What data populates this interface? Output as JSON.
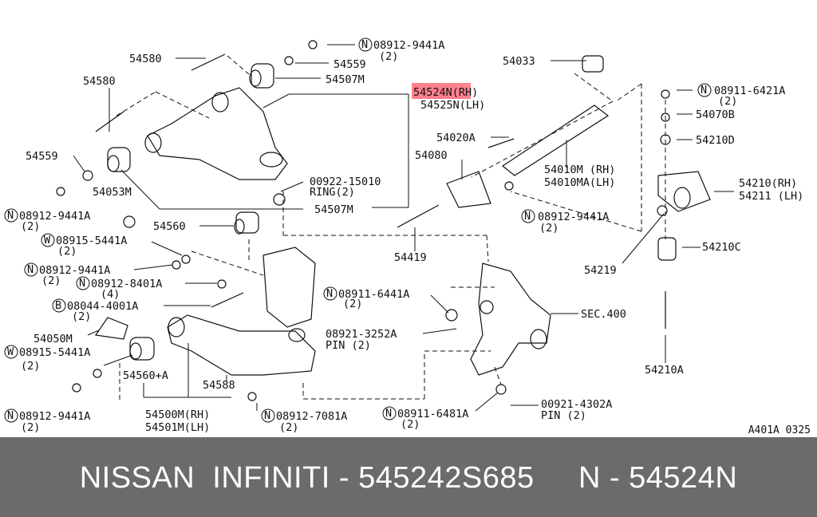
{
  "labels": [
    {
      "text": "54580"
    },
    {
      "text": "54580"
    },
    {
      "text": "08912-9441A"
    },
    {
      "text": "(2)"
    },
    {
      "text": "54559"
    },
    {
      "text": "54507M"
    },
    {
      "text": "54524N(RH)"
    },
    {
      "text": "54525N(LH)"
    },
    {
      "text": "54033"
    },
    {
      "text": "08911-6421A"
    },
    {
      "text": "(2)"
    },
    {
      "text": "54070B"
    },
    {
      "text": "54210D"
    },
    {
      "text": "54559"
    },
    {
      "text": "54020A"
    },
    {
      "text": "54080"
    },
    {
      "text": "54053M"
    },
    {
      "text": "00922-15010"
    },
    {
      "text": "RING(2)"
    },
    {
      "text": "54010M (RH)"
    },
    {
      "text": "54010MA(LH)"
    },
    {
      "text": "54210(RH)"
    },
    {
      "text": "54211 (LH)"
    },
    {
      "text": "08912-9441A"
    },
    {
      "text": "(2)"
    },
    {
      "text": "54507M"
    },
    {
      "text": "08912-9441A"
    },
    {
      "text": "(2)"
    },
    {
      "text": "54560"
    },
    {
      "text": "08915-5441A"
    },
    {
      "text": "(2)"
    },
    {
      "text": "54210C"
    },
    {
      "text": "54419"
    },
    {
      "text": "08912-9441A"
    },
    {
      "text": "(2)"
    },
    {
      "text": "54219"
    },
    {
      "text": "08912-8401A"
    },
    {
      "text": "(4)"
    },
    {
      "text": "08911-6441A"
    },
    {
      "text": "(2)"
    },
    {
      "text": "08044-4001A"
    },
    {
      "text": "(2)"
    },
    {
      "text": "SEC.400"
    },
    {
      "text": "54050M"
    },
    {
      "text": "08921-3252A"
    },
    {
      "text": "PIN (2)"
    },
    {
      "text": "08915-5441A"
    },
    {
      "text": "(2)"
    },
    {
      "text": "54560+A"
    },
    {
      "text": "54588"
    },
    {
      "text": "54210A"
    },
    {
      "text": "00921-4302A"
    },
    {
      "text": "PIN (2)"
    },
    {
      "text": "08912-9441A"
    },
    {
      "text": "(2)"
    },
    {
      "text": "54500M(RH)"
    },
    {
      "text": "54501M(LH)"
    },
    {
      "text": "08912-7081A"
    },
    {
      "text": "(2)"
    },
    {
      "text": "08911-6481A"
    },
    {
      "text": "(2)"
    }
  ],
  "circle_letters": [
    {
      "text": "N"
    },
    {
      "text": "N"
    },
    {
      "text": "N"
    },
    {
      "text": "N"
    },
    {
      "text": "W"
    },
    {
      "text": "N"
    },
    {
      "text": "N"
    },
    {
      "text": "N"
    },
    {
      "text": "B"
    },
    {
      "text": "W"
    },
    {
      "text": "N"
    },
    {
      "text": "N"
    },
    {
      "text": "N"
    }
  ],
  "diagram_code": "A401A 0325",
  "footer": "NISSAN  INFINITI - 545242S685     N - 54524N",
  "colors": {
    "highlight": "#ff6b78",
    "footer_bg": "#6b6b6b"
  }
}
